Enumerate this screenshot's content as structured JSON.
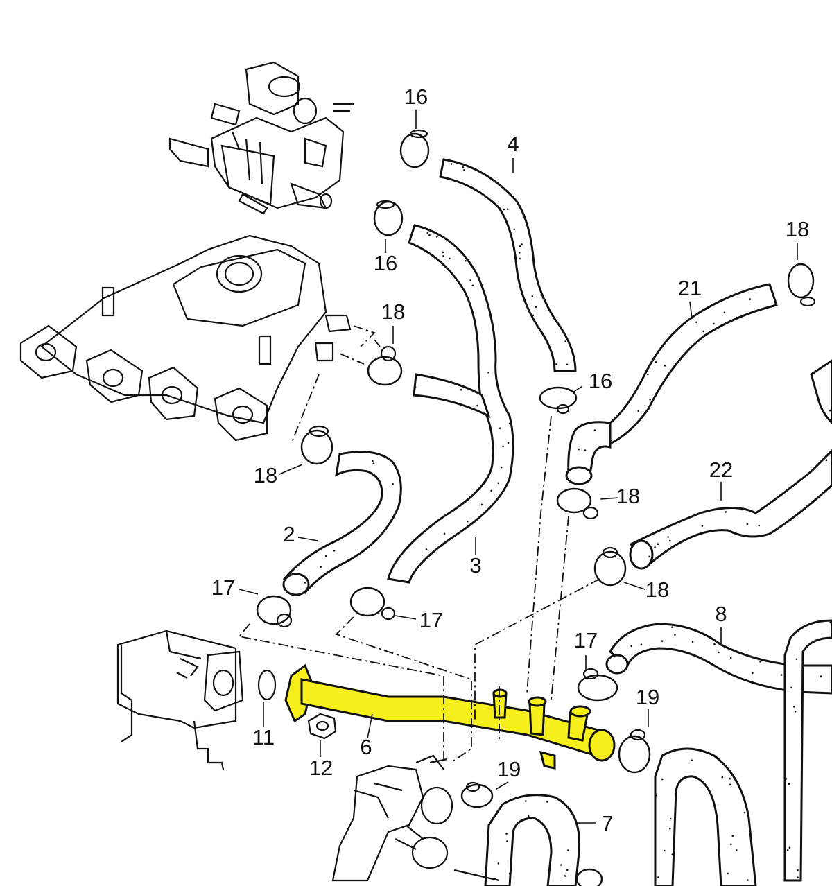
{
  "callouts": [
    {
      "id": "c16a",
      "text": "16"
    },
    {
      "id": "c16b",
      "text": "16"
    },
    {
      "id": "c16c",
      "text": "16"
    },
    {
      "id": "c4",
      "text": "4"
    },
    {
      "id": "c18a",
      "text": "18"
    },
    {
      "id": "c18b",
      "text": "18"
    },
    {
      "id": "c18c",
      "text": "18"
    },
    {
      "id": "c18d",
      "text": "18"
    },
    {
      "id": "c18e",
      "text": "18"
    },
    {
      "id": "c21",
      "text": "21"
    },
    {
      "id": "c22",
      "text": "22"
    },
    {
      "id": "c2",
      "text": "2"
    },
    {
      "id": "c3",
      "text": "3"
    },
    {
      "id": "c17a",
      "text": "17"
    },
    {
      "id": "c17b",
      "text": "17"
    },
    {
      "id": "c17c",
      "text": "17"
    },
    {
      "id": "c8",
      "text": "8"
    },
    {
      "id": "c11",
      "text": "11"
    },
    {
      "id": "c6",
      "text": "6"
    },
    {
      "id": "c12",
      "text": "12"
    },
    {
      "id": "c19a",
      "text": "19"
    },
    {
      "id": "c19b",
      "text": "19"
    },
    {
      "id": "c7",
      "text": "7"
    }
  ],
  "colors": {
    "highlight": "#f7ef1c",
    "ink": "#111111",
    "background": "#ffffff"
  }
}
